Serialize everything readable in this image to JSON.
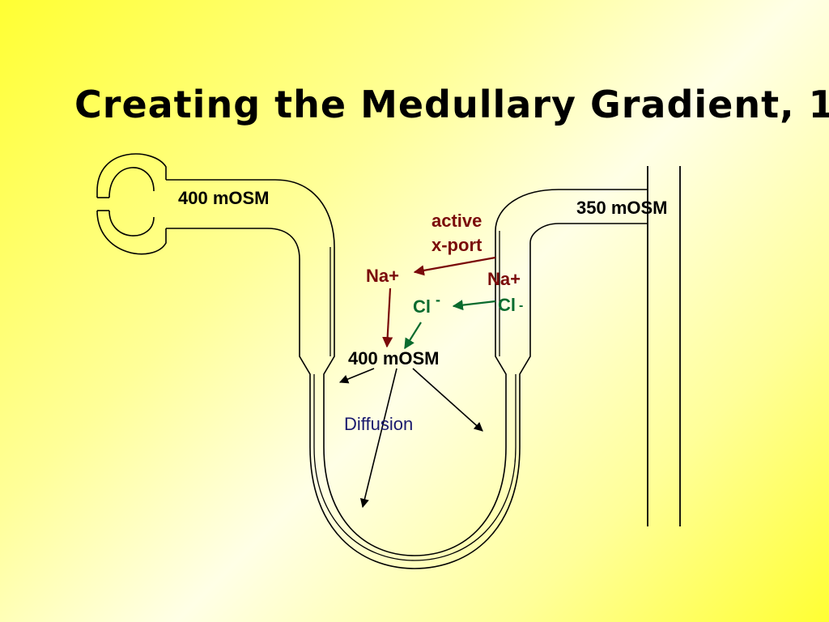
{
  "slide": {
    "title": "Creating the Medullary Gradient, 1"
  },
  "labels": {
    "osm_descending": "400 mOSM",
    "osm_ascending": "350 mOSM",
    "osm_interstitial": "400 mOSM",
    "active_line1": "active",
    "active_line2": "x-port",
    "na_interstitial": "Na+",
    "na_ascending": "Na+",
    "cl_interstitial": "Cl",
    "cl_superscript": "-",
    "cl_ascending": "Cl",
    "cl_ascending_minus": "-",
    "diffusion": "Diffusion"
  },
  "colors": {
    "active_transport": "#7a0a0a",
    "chloride": "#0a6b2e",
    "diffusion_text": "#1a1a6e",
    "outline": "#000000"
  }
}
